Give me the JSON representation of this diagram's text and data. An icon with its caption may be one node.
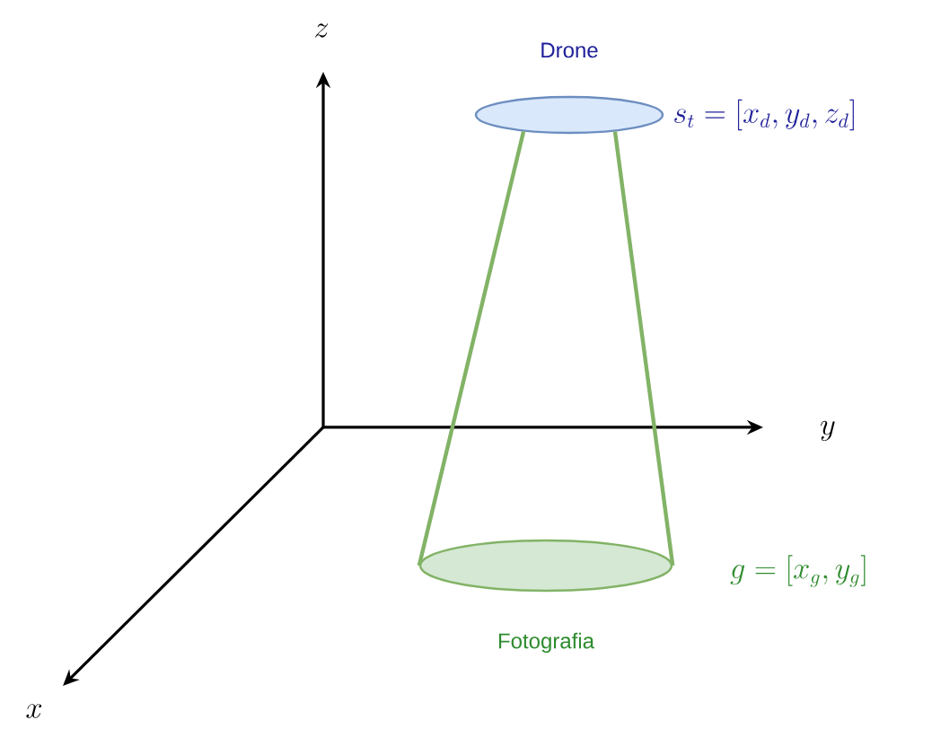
{
  "diagram": {
    "nodes": [
      {
        "text": [
          "Drone"
        ],
        "beside": [
          "s_t = [x_d, y_d, z_d]"
        ]
      },
      {
        "text": [
          "Fotografia"
        ],
        "beside": [
          "g = [x_g, y_g]"
        ]
      }
    ],
    "edges": [
      {
        "from": 0,
        "to": 1,
        "arrow": "none"
      },
      {
        "from": 0,
        "to": 1,
        "arrow": "none"
      }
    ],
    "labels": [
      "z",
      "y",
      "x"
    ]
  }
}
